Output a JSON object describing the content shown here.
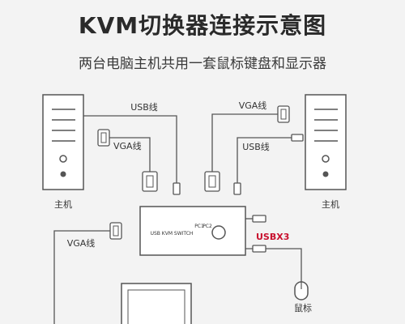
{
  "title": "KVM切换器连接示意图",
  "subtitle": "两台电脑主机共用一套鼠标键盘和显示器",
  "colors": {
    "accent": "#c8102e",
    "line": "#555555",
    "box_fill": "#ffffff",
    "background": "#f3f3f3"
  },
  "labels": {
    "left_usb": "USB线",
    "left_vga": "VGA线",
    "right_vga": "VGA线",
    "right_usb": "USB线",
    "left_host": "主机",
    "right_host": "主机",
    "switch_name": "USB KVM SWITCH",
    "pc1_label": "PC1",
    "pc2_label": "PC2",
    "bottom_vga": "VGA线",
    "usbx3": "USBX3",
    "mouse": "鼠标"
  },
  "icons": [
    "host-computer-icon",
    "vga-connector-icon",
    "usb-connector-icon",
    "kvm-switch-icon",
    "monitor-icon",
    "mouse-icon"
  ]
}
